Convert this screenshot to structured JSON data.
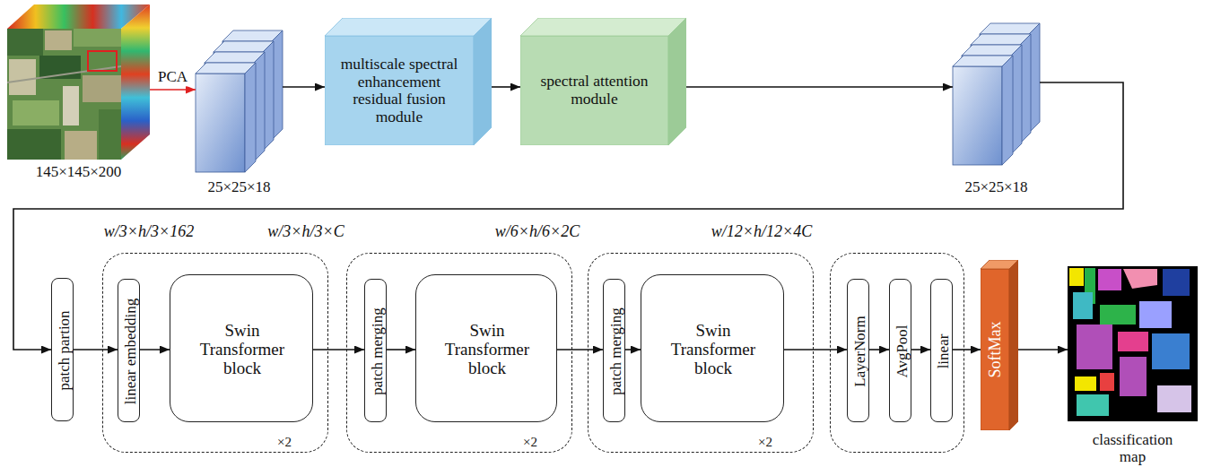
{
  "diagram": {
    "nodes": [
      {
        "text": [
          "145×145×200"
        ]
      },
      {
        "text": [
          "25×25×18"
        ]
      },
      {
        "text": [
          "multiscale spectral enhancement residual fusion module"
        ]
      },
      {
        "text": [
          "spectral attention module"
        ]
      },
      {
        "text": [
          "25×25×18"
        ]
      },
      {
        "text": [
          "patch partion"
        ]
      },
      {
        "text": [
          "w/3×h/3×162",
          "w/3×h/3×C",
          "×2"
        ]
      },
      {
        "text": [
          "linear embedding"
        ],
        "in": 6
      },
      {
        "text": [
          "Swin Transformer block"
        ],
        "in": 6
      },
      {
        "text": [
          "w/6×h/6×2C",
          "×2"
        ]
      },
      {
        "text": [
          "patch merging"
        ],
        "in": 9
      },
      {
        "text": [
          "Swin Transformer block"
        ],
        "in": 9
      },
      {
        "text": [
          "w/12×h/12×4C",
          "×2"
        ]
      },
      {
        "text": [
          "patch merging"
        ],
        "in": 12
      },
      {
        "text": [
          "Swin Transformer block"
        ],
        "in": 12
      },
      {
        "text": []
      },
      {
        "text": [
          "LayerNorm"
        ],
        "in": 15
      },
      {
        "text": [
          "AvgPool"
        ],
        "in": 15
      },
      {
        "text": [
          "linear"
        ],
        "in": 15
      },
      {
        "text": [
          "SoftMax"
        ]
      },
      {
        "text": [
          "classification map"
        ]
      }
    ],
    "edges": [
      {
        "from": 0,
        "to": 1,
        "arrow": "to",
        "label": "PCA"
      },
      {
        "from": 1,
        "to": 2,
        "arrow": "to"
      },
      {
        "from": 2,
        "to": 3,
        "arrow": "to"
      },
      {
        "from": 3,
        "to": 4,
        "arrow": "to"
      },
      {
        "from": 4,
        "to": 5,
        "arrow": "to"
      },
      {
        "from": 5,
        "to": 7,
        "arrow": "to"
      },
      {
        "from": 7,
        "to": 8,
        "arrow": "to"
      },
      {
        "from": 8,
        "to": 10,
        "arrow": "to"
      },
      {
        "from": 10,
        "to": 11,
        "arrow": "to"
      },
      {
        "from": 11,
        "to": 13,
        "arrow": "to"
      },
      {
        "from": 13,
        "to": 14,
        "arrow": "to"
      },
      {
        "from": 14,
        "to": 16,
        "arrow": "to"
      },
      {
        "from": 16,
        "to": 17,
        "arrow": "to"
      },
      {
        "from": 17,
        "to": 18,
        "arrow": "to"
      },
      {
        "from": 18,
        "to": 19,
        "arrow": "to"
      },
      {
        "from": 19,
        "to": 20,
        "arrow": "to"
      }
    ]
  }
}
